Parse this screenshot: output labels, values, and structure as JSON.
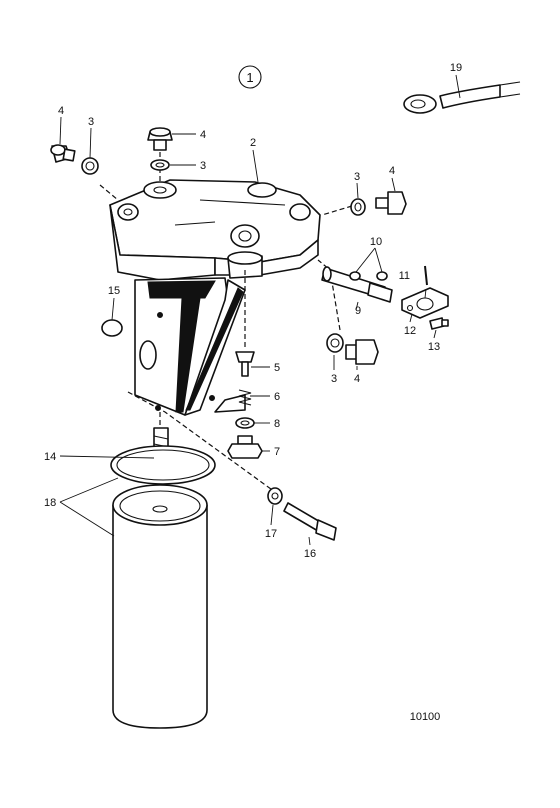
{
  "diagram": {
    "group_number": "1",
    "drawing_number": "10100",
    "callouts": [
      "2",
      "3",
      "4",
      "5",
      "6",
      "7",
      "8",
      "9",
      "10",
      "11",
      "12",
      "13",
      "14",
      "15",
      "16",
      "17",
      "18",
      "19"
    ]
  }
}
